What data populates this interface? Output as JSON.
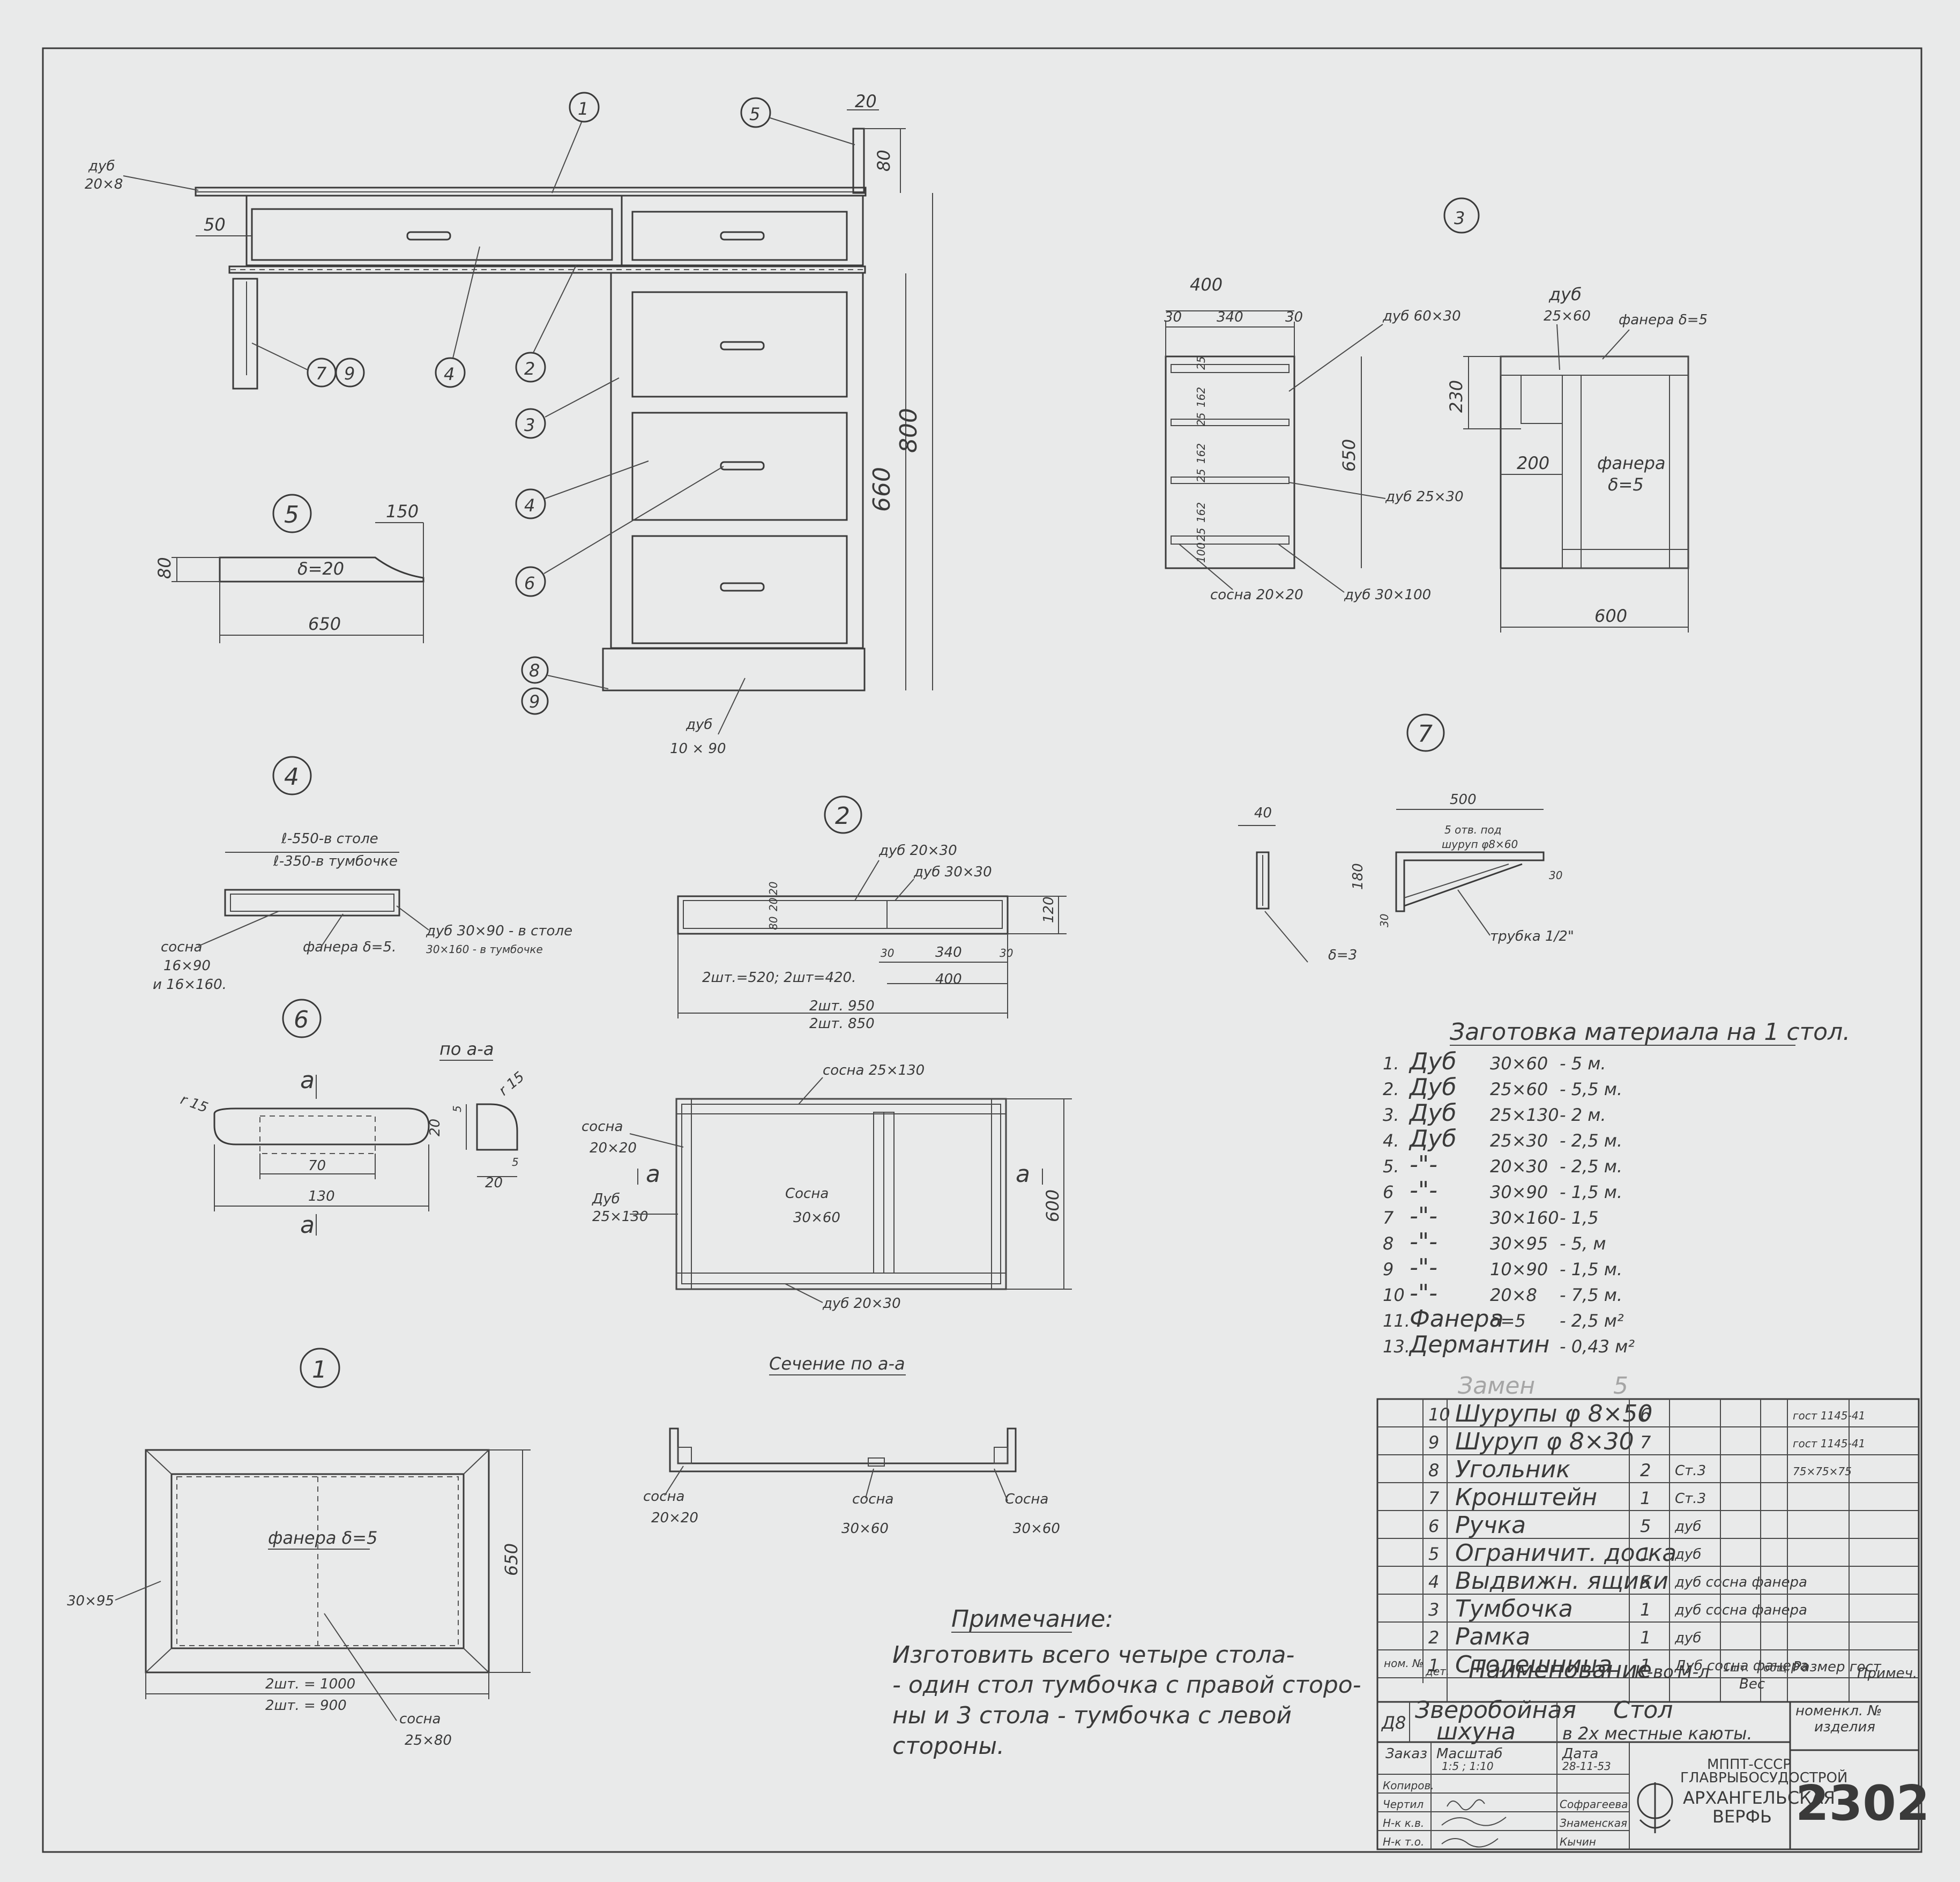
{
  "item_markers": [
    "1",
    "5",
    "3",
    "7",
    "9",
    "4",
    "2",
    "3",
    "4",
    "6",
    "8",
    "9",
    "5",
    "4",
    "2",
    "7",
    "6",
    "1"
  ],
  "main_view": {
    "oak_strip": "дуб",
    "oak_strip_size": "20×8",
    "dim_50": "50",
    "dim_20": "20",
    "dim_80": "80",
    "dim_800": "800",
    "dim_660": "660",
    "base_material": "дуб",
    "base_size": "10 × 90"
  },
  "view5": {
    "thickness": "δ=20",
    "dim_150": "150",
    "dim_80": "80",
    "dim_650": "650"
  },
  "view3": {
    "dim_400": "400",
    "dim_30a": "30",
    "dim_340": "340",
    "dim_30b": "30",
    "dim_650": "650",
    "shelves": [
      "25",
      "162",
      "25",
      "162",
      "25",
      "162",
      "25",
      "100"
    ],
    "oak_top": "дуб 60×30",
    "oak_mid": "дуб 25×30",
    "pine": "сосна 20×20",
    "oak_bottom": "дуб 30×100",
    "side_oak": "дуб",
    "side_oak_size": "25×60",
    "plywood": "фанера δ=5",
    "dim_230": "230",
    "dim_200": "200",
    "dim_600": "600",
    "panel": "фанера",
    "panel_t": "δ=5"
  },
  "view7": {
    "dim_40": "40",
    "dim_500": "500",
    "dim_180": "180",
    "dim_30": "30",
    "dim_30b": "30",
    "holes_1": "5 отв. под",
    "holes_2": "шуруп φ8×60",
    "tube": "трубка 1/2\"",
    "delta": "δ=3"
  },
  "view4": {
    "len1": "ℓ-550-в столе",
    "len2": "ℓ-350-в тумбочке",
    "pine": "сосна",
    "pine_1": "16×90",
    "pine_2": "и 16×160.",
    "plywood": "фанера δ=5.",
    "oak_1": "дуб 30×90 - в столе",
    "oak_2": "30×160 - в тумбочке"
  },
  "view2": {
    "oak_a": "дуб 20×30",
    "oak_b": "дуб 30×30",
    "d20a": "20",
    "d80": "80",
    "d20b": "20",
    "d120": "120",
    "d30a": "30",
    "d340": "340",
    "d30b": "30",
    "d400": "400",
    "len_a": "2шт.=520; 2шт=420.",
    "len_b": "2шт. 950",
    "len_c": "2шт. 850"
  },
  "view6": {
    "section": "по a-a",
    "a": "a",
    "r15a": "r 15",
    "r15b": "r 15",
    "d70": "70",
    "d130": "130",
    "d5a": "5",
    "d20a": "20",
    "d5b": "5",
    "d20b": "20"
  },
  "frame": {
    "pine_top": "сосна 25×130",
    "pine_l1": "сосна",
    "pine_l2": "20×20",
    "oak_l1": "Дуб",
    "oak_l2": "25×130",
    "mid_1": "Сосна",
    "mid_2": "30×60",
    "oak_bottom": "дуб 20×30",
    "d600": "600",
    "a_left": "a",
    "a_right": "a"
  },
  "section_aa": {
    "title": "Сечение по a-a",
    "pine_a": "сосна",
    "pine_a_size": "20×20",
    "pine_b": "сосна",
    "pine_b_size": "30×60",
    "pine_c": "Сосна",
    "pine_c_size": "30×60"
  },
  "view1": {
    "plywood": "фанера δ=5",
    "d650": "650",
    "rail": "30×95",
    "len_a": "2шт. = 1000",
    "len_b": "2шт. = 900",
    "pine": "сосна",
    "pine_size": "25×80"
  },
  "note": {
    "title": "Примечание:",
    "lines": [
      "Изготовить всего четыре стола-",
      "- один стол тумбочка с правой сторо-",
      "ны и 3 стола - тумбочка с левой",
      "стороны."
    ]
  },
  "materials": {
    "title": "Заготовка материала на 1 стол.",
    "rows": [
      {
        "n": "1.",
        "m": "Дуб",
        "s": "30×60",
        "q": "- 5 м."
      },
      {
        "n": "2.",
        "m": "Дуб",
        "s": "25×60",
        "q": "- 5,5 м."
      },
      {
        "n": "3.",
        "m": "Дуб",
        "s": "25×130",
        "q": "- 2 м."
      },
      {
        "n": "4.",
        "m": "Дуб",
        "s": "25×30",
        "q": "- 2,5 м."
      },
      {
        "n": "5.",
        "m": "-\"-",
        "s": "20×30",
        "q": "- 2,5 м."
      },
      {
        "n": "6",
        "m": "-\"-",
        "s": "30×90",
        "q": "- 1,5 м."
      },
      {
        "n": "7",
        "m": "-\"-",
        "s": "30×160",
        "q": "- 1,5"
      },
      {
        "n": "8",
        "m": "-\"-",
        "s": "30×95",
        "q": "- 5, м"
      },
      {
        "n": "9",
        "m": "-\"-",
        "s": "10×90",
        "q": "- 1,5 м."
      },
      {
        "n": "10",
        "m": "-\"-",
        "s": "20×8",
        "q": "- 7,5 м."
      },
      {
        "n": "11.",
        "m": "Фанера",
        "s": "δ=5",
        "q": "- 2,5 м²"
      },
      {
        "n": "13.",
        "m": "Дермантин",
        "s": "",
        "q": "- 0,43 м²"
      }
    ]
  },
  "title_block": {
    "erased": "Замен",
    "erased_num": "5",
    "parts": [
      {
        "n": "10",
        "name": "Шурупы φ 8×50",
        "qty": "6",
        "mat": "",
        "std": "гост 1145-41"
      },
      {
        "n": "9",
        "name": "Шуруп φ 8×30",
        "qty": "7",
        "mat": "",
        "std": "гост 1145-41"
      },
      {
        "n": "8",
        "name": "Угольник",
        "qty": "2",
        "mat": "Ст.3",
        "std": "75×75×75"
      },
      {
        "n": "7",
        "name": "Кронштейн",
        "qty": "1",
        "mat": "Ст.3",
        "std": ""
      },
      {
        "n": "6",
        "name": "Ручка",
        "qty": "5",
        "mat": "дуб",
        "std": ""
      },
      {
        "n": "5",
        "name": "Ограничит. доска",
        "qty": "1",
        "mat": "дуб",
        "std": ""
      },
      {
        "n": "4",
        "name": "Выдвижн. ящики",
        "qty": "5",
        "mat": "дуб сосна фанера",
        "std": ""
      },
      {
        "n": "3",
        "name": "Тумбочка",
        "qty": "1",
        "mat": "дуб сосна фанера",
        "std": ""
      },
      {
        "n": "2",
        "name": "Рамка",
        "qty": "1",
        "mat": "дуб",
        "std": ""
      },
      {
        "n": "1",
        "name": "Столешница",
        "qty": "1",
        "mat": "Дуб сосна фанера",
        "std": ""
      }
    ],
    "hdr_no": "ном. №",
    "hdr_det": "дет.",
    "hdr_name": "Наименование",
    "hdr_qty": "К-во",
    "hdr_mat": "М-л",
    "hdr_w1": "1шт.",
    "hdr_w2": "общ.",
    "hdr_weight": "Вес",
    "hdr_size": "Размер гост",
    "hdr_note": "Примеч.",
    "code": "Д8",
    "vessel_1": "Зверобойная",
    "vessel_2": "шхуна",
    "product_1": "Стол",
    "product_2": "в 2х местные каюты.",
    "nomen_1": "номенкл. №",
    "nomen_2": "изделия",
    "order": "Заказ",
    "scale_lbl": "Масштаб",
    "scale": "1:5 ; 1:10",
    "date_lbl": "Дата",
    "date": "28-11-53",
    "org_1": "МППТ-СССР",
    "org_2": "ГЛАВРЫБОСУДОСТРОЙ",
    "org_3": "АРХАНГЕЛЬСКАЯ",
    "org_4": "ВЕРФЬ",
    "drawing_no": "2302",
    "roles": [
      "Копиров.",
      "Чертил",
      "Н-к к.в.",
      "Н-к т.о."
    ],
    "people": [
      "",
      "Софрагеева",
      "Знаменская",
      "Кычин"
    ]
  }
}
